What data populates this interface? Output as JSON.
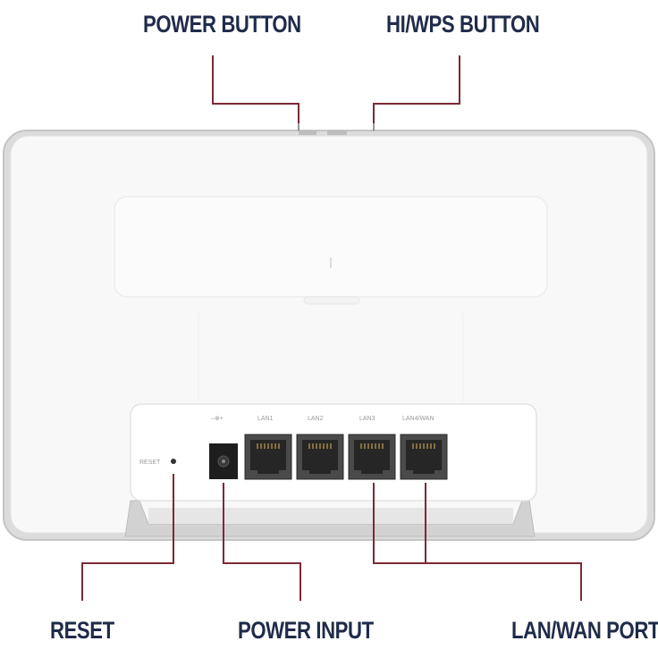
{
  "callouts": {
    "power_button": "POWER BUTTON",
    "wps_button": "HI/WPS BUTTON",
    "reset": "RESET",
    "power_input": "POWER INPUT",
    "lan_wan_port": "LAN/WAN PORT"
  },
  "device": {
    "reset_label": "RESET",
    "power_symbol": "–⊕+",
    "ports": [
      "LAN1",
      "LAN2",
      "LAN3",
      "LAN4/WAN"
    ]
  },
  "colors": {
    "label": "#1f2b4a",
    "leader_line": "#7a2a35",
    "body": "#f4f4f4",
    "frame": "#c9c9c9",
    "port_contacts": "#c8a050"
  }
}
